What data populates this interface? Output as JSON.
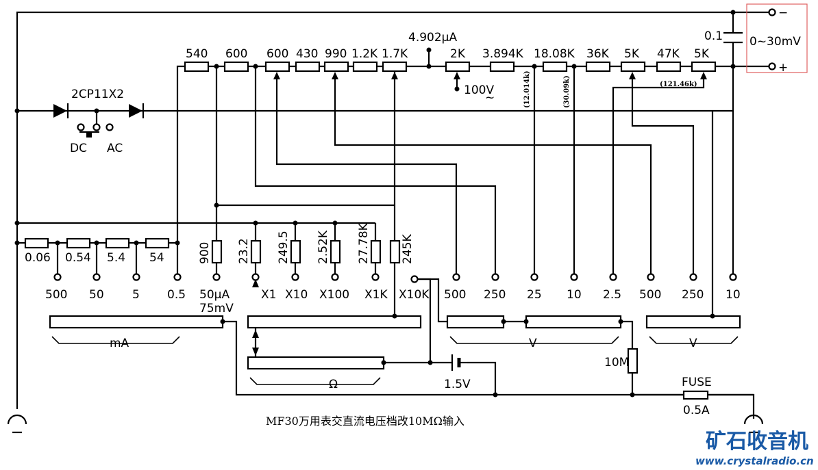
{
  "title": "MF30万用表交直流电压档改10MΩ输入",
  "logo": {
    "name": "矿石收音机",
    "url": "www.crystalradio.cn"
  },
  "input": {
    "range": "0~30mV",
    "minus": "−",
    "plus": "+",
    "cap": "0.1"
  },
  "diode": "2CP11X2",
  "switch": {
    "dc": "DC",
    "ac": "AC"
  },
  "current_node": "4.902μA",
  "chain": {
    "r1": "540",
    "r2": "600",
    "r3": "600",
    "r4": "430",
    "r5": "990",
    "r6": "1.2K",
    "r7": "1.7K",
    "r8": "2K",
    "r9": "3.894K",
    "r10": "18.08K",
    "r11": "36K",
    "r12": "5K",
    "r13": "47K",
    "r14": "5K"
  },
  "tap_100v": "100V",
  "tap_100v_ac": "~",
  "notes": {
    "n1": "(12.014k)",
    "n2": "(30.09k)",
    "n3": "(121.46k)"
  },
  "shunts": {
    "s1": "0.06",
    "s2": "0.54",
    "s3": "5.4",
    "s4": "54"
  },
  "ma_terms": {
    "t1": "500",
    "t2": "50",
    "t3": "5",
    "t4": "0.5"
  },
  "r_900": "900",
  "meter": {
    "l1": "50μA",
    "l2": "75mV"
  },
  "ohm_res": {
    "o1": "23.2",
    "o2": "249.5",
    "o3": "2.52K",
    "o4": "27.78K",
    "o5": "245K"
  },
  "ohm_terms": {
    "t1": "X1",
    "t2": "X10",
    "t3": "X100",
    "t4": "X1K",
    "t5": "X10K"
  },
  "dcv_terms": {
    "t1": "500",
    "t2": "250",
    "t3": "25",
    "t4": "10",
    "t5": "2.5"
  },
  "acv_terms": {
    "t1": "500",
    "t2": "250",
    "t3": "10"
  },
  "switch_labels": {
    "ma": "mA",
    "ohm": "Ω",
    "dcv": "V",
    "acv": "V"
  },
  "battery": "1.5V",
  "r_10m": "10M",
  "fuse": {
    "name": "FUSE",
    "rating": "0.5A"
  }
}
